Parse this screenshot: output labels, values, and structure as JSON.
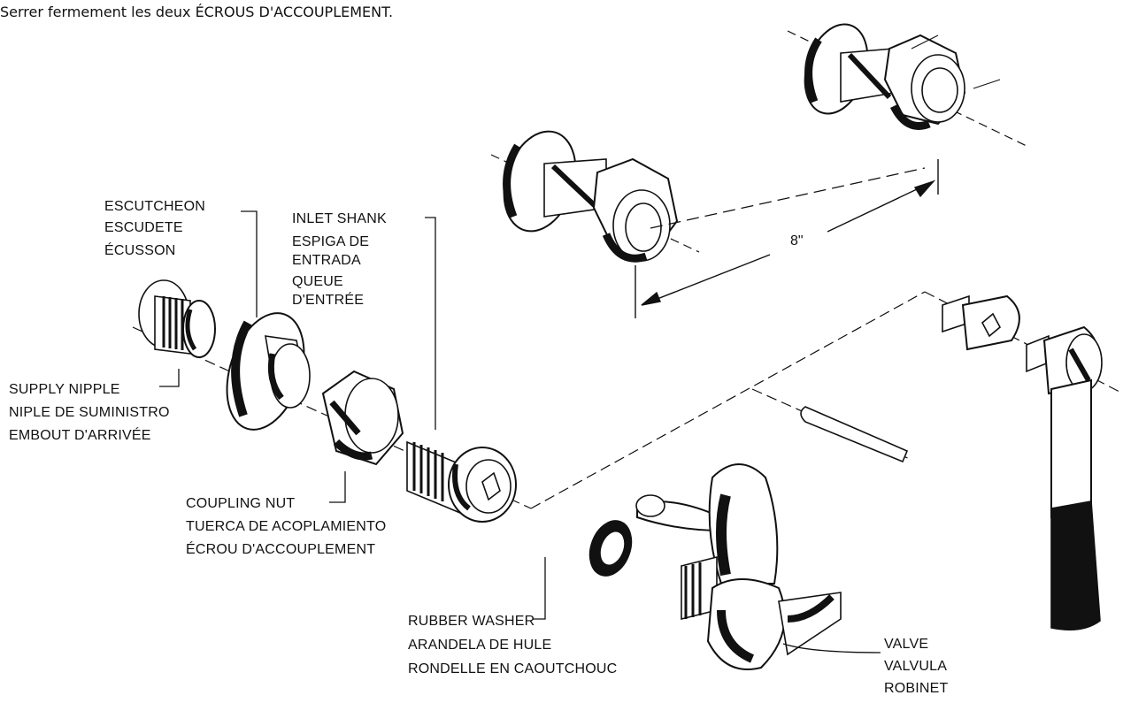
{
  "header": {
    "instruction": "Serrer fermement les deux ÉCROUS D'ACCOUPLEMENT."
  },
  "dimension": {
    "spacing": "8\""
  },
  "labels": {
    "escutcheon": [
      "ESCUTCHEON",
      "ESCUDETE",
      "ÉCUSSON"
    ],
    "inlet_shank": [
      "INLET SHANK",
      "ESPIGA DE",
      "ENTRADA",
      "QUEUE",
      "D'ENTRÉE"
    ],
    "supply_nipple": [
      "SUPPLY NIPPLE",
      "NIPLE DE SUMINISTRO",
      "EMBOUT D'ARRIVÉE"
    ],
    "coupling_nut": [
      "COUPLING NUT",
      "TUERCA DE ACOPLAMIENTO",
      "ÉCROU D'ACCOUPLEMENT"
    ],
    "rubber_washer": [
      "RUBBER WASHER",
      "ARANDELA DE HULE",
      "RONDELLE EN CAOUTCHOUC"
    ],
    "valve": [
      "VALVE",
      "VALVULA",
      "ROBINET"
    ]
  },
  "colors": {
    "ink": "#111111",
    "paper": "#ffffff"
  }
}
